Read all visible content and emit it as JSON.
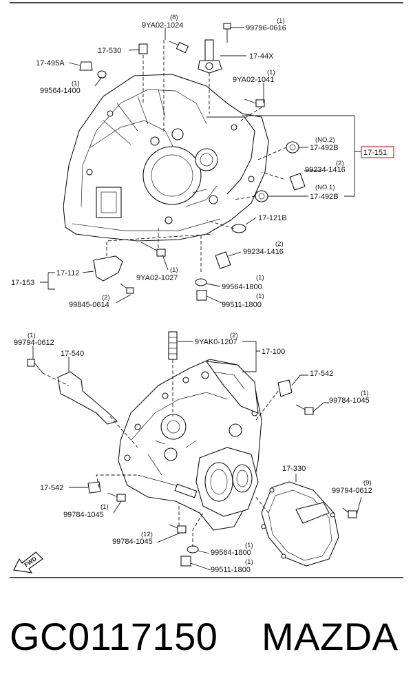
{
  "upper": {
    "callouts": [
      {
        "code": "9YA02-1024",
        "qty": "(8)"
      },
      {
        "code": "99796-0616",
        "qty": "(1)"
      },
      {
        "code": "17-530",
        "qty": ""
      },
      {
        "code": "17-495A",
        "qty": ""
      },
      {
        "code": "17-44X",
        "qty": ""
      },
      {
        "code": "9YA02-1041",
        "qty": "(1)"
      },
      {
        "code": "99564-1400",
        "qty": "(1)"
      },
      {
        "code": "17-492B",
        "qty": "(NO.2)"
      },
      {
        "code": "17-151",
        "qty": ""
      },
      {
        "code": "99234-1416",
        "qty": "(2)"
      },
      {
        "code": "17-492B",
        "qty": "(NO.1)"
      },
      {
        "code": "17-121B",
        "qty": ""
      },
      {
        "code": "99234-1416",
        "qty": "(2)"
      },
      {
        "code": "17-112",
        "qty": ""
      },
      {
        "code": "17-153",
        "qty": ""
      },
      {
        "code": "9YA02-1027",
        "qty": "(1)"
      },
      {
        "code": "99564-1800",
        "qty": "(1)"
      },
      {
        "code": "99845-0614",
        "qty": "(2)"
      },
      {
        "code": "99511-1800",
        "qty": "(1)"
      }
    ]
  },
  "lower": {
    "callouts": [
      {
        "code": "99794-0612",
        "qty": "(1)"
      },
      {
        "code": "9YAK0-1207",
        "qty": "(2)"
      },
      {
        "code": "17-100",
        "qty": ""
      },
      {
        "code": "17-540",
        "qty": ""
      },
      {
        "code": "17-542",
        "qty": ""
      },
      {
        "code": "99784-1045",
        "qty": "(1)"
      },
      {
        "code": "17-330",
        "qty": ""
      },
      {
        "code": "17-542",
        "qty": ""
      },
      {
        "code": "99794-0612",
        "qty": "(9)"
      },
      {
        "code": "99784-1045",
        "qty": "(1)"
      },
      {
        "code": "99784-1045",
        "qty": "(12)"
      },
      {
        "code": "99564-1800",
        "qty": "(1)"
      },
      {
        "code": "99511-1800",
        "qty": "(1)"
      }
    ],
    "fwd_label": "FWD"
  },
  "colors": {
    "highlight": "#e0242a",
    "ink": "#111111"
  },
  "footer": {
    "part_number": "GC0117150",
    "brand": "MAZDA"
  }
}
